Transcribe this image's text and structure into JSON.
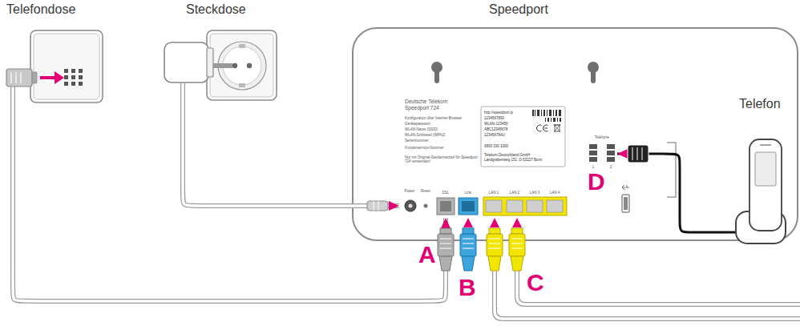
{
  "diagram": {
    "nodes": [
      {
        "text": [
          "Telefondose"
        ]
      },
      {
        "text": [
          "Steckdose"
        ]
      },
      {
        "text": [
          "Speedport"
        ]
      },
      {
        "text": [
          "Telefon"
        ]
      }
    ],
    "edges": [
      {
        "from": 0,
        "to": 2,
        "arrow": "to"
      },
      {
        "from": 1,
        "to": 2,
        "arrow": "to"
      },
      {
        "from": 3,
        "to": 2,
        "arrow": "to"
      }
    ],
    "labels": [
      "Deutsche Telekom",
      "Speedport 724",
      "Konfiguration über Internet-Browser",
      "Gerätepasswort",
      "WLAN-Name (SSID)",
      "WLAN-Schlüssel (WPA2)",
      "Seriennummer",
      "Kundenservice-Nummer",
      "Nur mit Original-Steckernetzteil für Speedport 724 verwenden!",
      "http://speedport.ip",
      "1234567890",
      "WLAN-123456",
      "ABC12345678",
      "12345678AU",
      "0800 330 1000",
      "Telekom Deutschland GmbH",
      "Landgrabenweg 151, D-53227 Bonn",
      "Power",
      "Reset",
      "DSL",
      "Link",
      "LAN 1",
      "LAN 2",
      "LAN 3",
      "LAN 4",
      "Telefonie",
      "1",
      "2",
      "A",
      "B",
      "C",
      "D"
    ]
  }
}
